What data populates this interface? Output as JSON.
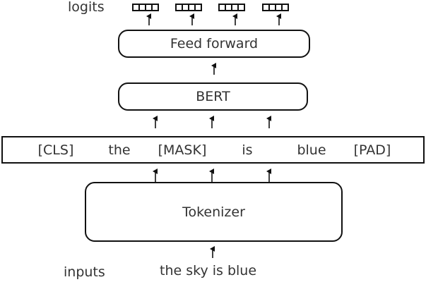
{
  "diagram": {
    "title": "BERT masked language model pipeline",
    "labels": {
      "logits": "logits",
      "inputs": "inputs",
      "input_text": "the sky is blue"
    },
    "blocks": {
      "feed_forward": "Feed forward",
      "bert": "BERT",
      "tokenizer": "Tokenizer"
    },
    "tokens": [
      "[CLS]",
      "the",
      "[MASK]",
      "is",
      "blue",
      "[PAD]"
    ],
    "logit_vectors": 4,
    "logit_vector_cells": 4,
    "edges": [
      {
        "from": "input_text",
        "to": "tokenizer"
      },
      {
        "from": "tokenizer",
        "to": "tokens",
        "count": 3
      },
      {
        "from": "tokens",
        "to": "bert",
        "count": 3
      },
      {
        "from": "bert",
        "to": "feed_forward",
        "count": 1
      },
      {
        "from": "feed_forward",
        "to": "logits",
        "count": 4
      }
    ],
    "colors": {
      "stroke": "#111111",
      "text": "#333333",
      "background": "#ffffff"
    }
  }
}
